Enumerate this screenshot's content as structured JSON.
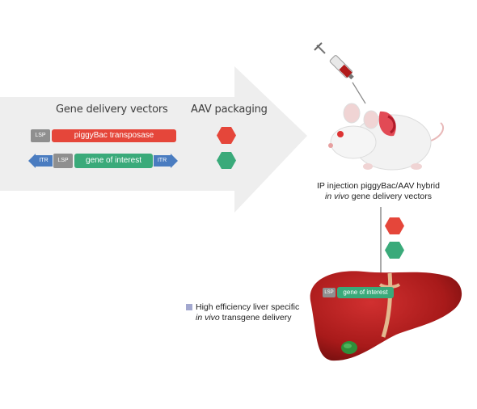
{
  "vectors": {
    "heading": "Gene delivery vectors",
    "row1": {
      "lsp": "LSP",
      "transposase": "piggyBac transposase"
    },
    "row2": {
      "itr_left": "ITR",
      "lsp": "LSP",
      "gene": "gene of interest",
      "itr_right": "ITR"
    }
  },
  "packaging": {
    "heading": "AAV packaging"
  },
  "injection": {
    "line1": "IP injection piggyBac/AAV hybrid",
    "line2_italic": "in vivo",
    "line2_rest": " gene delivery vectors"
  },
  "liver": {
    "lsp": "LSP",
    "gene": "gene of interest"
  },
  "outcome": {
    "line1": "High efficiency liver specific",
    "line2_italic": "in vivo",
    "line2_rest": " transgene delivery"
  },
  "colors": {
    "transposase_red": "#e5463a",
    "gene_green": "#3aaa7a",
    "itr_blue": "#4a7cc0",
    "tag_gray": "#8f8f8f",
    "liver_red": "#b51f1f",
    "arrow_gray": "#eeeeee"
  },
  "icons": [
    "syringe-icon",
    "mouse-icon",
    "liver-icon",
    "hexagon-icon",
    "arrow-icon"
  ]
}
